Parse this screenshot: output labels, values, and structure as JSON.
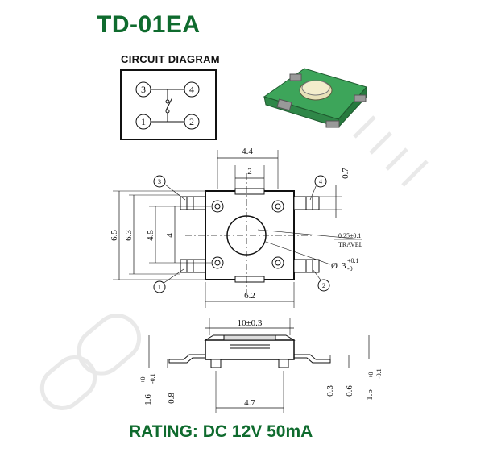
{
  "title": "TD-01EA",
  "circuit": {
    "label": "CIRCUIT DIAGRAM",
    "pins": [
      "3",
      "4",
      "1",
      "2"
    ]
  },
  "top_view": {
    "dims": {
      "width_outer": "4.4",
      "width_inner": "2",
      "lead": "0.7",
      "h_total": "6.5",
      "h_body": "6.3",
      "h_pad": "4.5",
      "h_inner": "4",
      "body_w": "6.2",
      "travel": "0.25±0.1",
      "travel_label": "TRAVEL",
      "dia_symbol": "Ø",
      "dia": "3",
      "dia_tol_plus": "+0.1",
      "dia_tol_minus": "-0"
    },
    "pin_callouts": [
      "3",
      "4",
      "1",
      "2"
    ]
  },
  "side_view": {
    "dims": {
      "total_w": "10±0.3",
      "base": "4.7",
      "h1": "1.6",
      "h1_tol_plus": "+0",
      "h1_tol_minus": "-0.1",
      "h2": "0.8",
      "h3": "0.3",
      "h4": "0.6",
      "h5": "1.5",
      "h5_tol_plus": "+0",
      "h5_tol_minus": "-0.1"
    }
  },
  "rating": "RATING: DC 12V 50mA",
  "colors": {
    "brand_green": "#0f6b2e",
    "part_green": "#3da55a"
  }
}
